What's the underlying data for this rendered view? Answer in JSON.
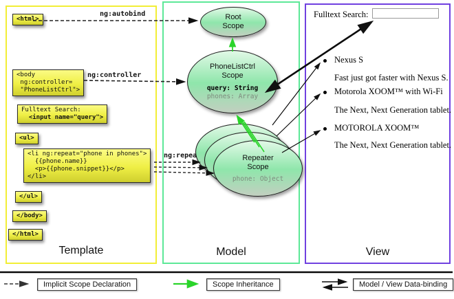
{
  "template": {
    "title": "Template",
    "boxes": {
      "html_open": "<html>",
      "body_open": "<body\n ng:controller=\n \"PhoneListCtrl\">",
      "fulltext_label": "Fulltext Search:",
      "fulltext_input": "  <input name=\"query\">",
      "ul_open": "<ul>",
      "li_repeat": "<li ng:repeat=\"phone in phones\">\n  {{phone.name}}\n  <p>{{phone.snippet}}</p>\n</li>",
      "ul_close": "</ul>",
      "body_close": "</body>",
      "html_close": "</html>"
    },
    "arrow_labels": {
      "autobind": "ng:autobind",
      "controller": "ng:controller",
      "repeat": "ng:repeat"
    }
  },
  "model": {
    "title": "Model",
    "root_scope": {
      "line1": "Root",
      "line2": "Scope"
    },
    "phonelist_scope": {
      "line1": "PhoneListCtrl",
      "line2": "Scope",
      "prop_query": "query: String",
      "prop_phones": "phones: Array"
    },
    "repeater_scope": {
      "line1": "Repeater",
      "line2": "Scope",
      "prop_phone": "phone: Object"
    }
  },
  "view": {
    "title": "View",
    "search_label": "Fulltext Search:",
    "search_value": "",
    "items": [
      {
        "title": "Nexus S",
        "desc": "Fast just got faster with Nexus S."
      },
      {
        "title": "Motorola XOOM™ with Wi-Fi",
        "desc": "The Next, Next Generation tablet."
      },
      {
        "title": "MOTOROLA XOOM™",
        "desc": "The Next, Next Generation tablet."
      }
    ]
  },
  "legend": {
    "implicit": "Implicit Scope Declaration",
    "inheritance": "Scope Inheritance",
    "binding": "Model / View Data-binding"
  },
  "colors": {
    "template_border": "#f2ee35",
    "model_border": "#5ce897",
    "view_border": "#7040e0",
    "inheritance_green": "#2ad42a",
    "code_box_yellow": "#efef45",
    "scope_green": "#8fe6ab"
  }
}
